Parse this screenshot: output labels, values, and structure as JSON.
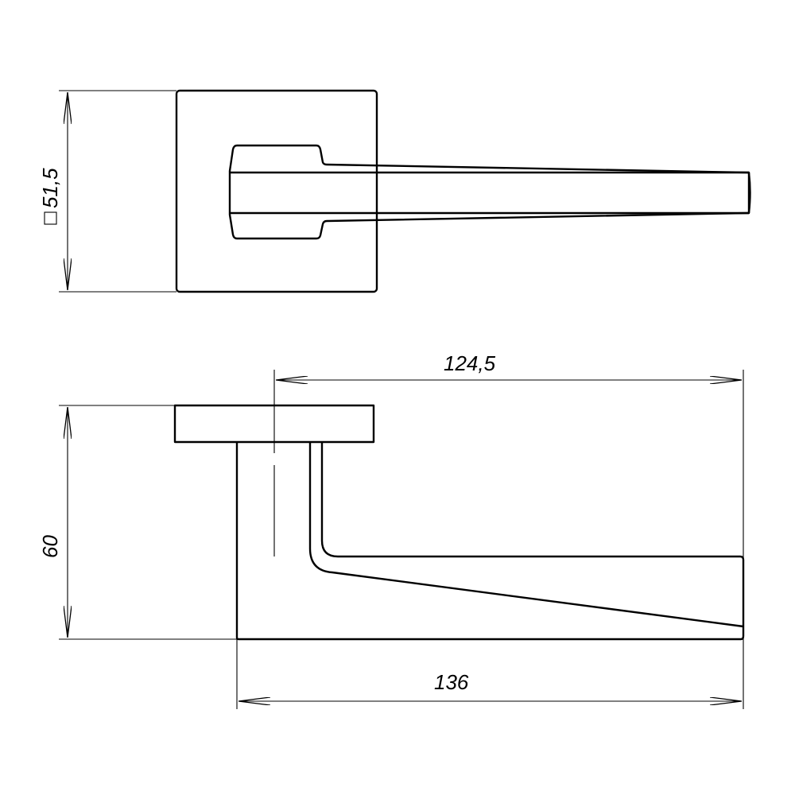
{
  "drawing": {
    "dimensions": {
      "rosette_square": "51,5",
      "lever_projection": "124,5",
      "height": "60",
      "overall_length": "136"
    },
    "line_color": "#000000",
    "background": "#ffffff"
  }
}
